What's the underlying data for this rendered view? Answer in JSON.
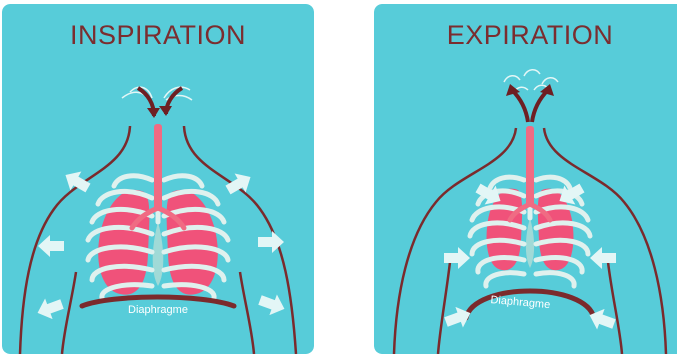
{
  "colors": {
    "panel": "#57ccd9",
    "title": "#7b2d2f",
    "outline": "#7b2a2c",
    "trachea": "#f06b83",
    "lung": "#f0527a",
    "ribs": "#dff1ee",
    "arrow": "#e3f6f6",
    "flow_arrow": "#6e1f23"
  },
  "panels": [
    {
      "title": "INSPIRATION",
      "diaphragm_label": "Diaphragme"
    },
    {
      "title": "EXPIRATION",
      "diaphragm_label": "Diaphragme"
    }
  ]
}
